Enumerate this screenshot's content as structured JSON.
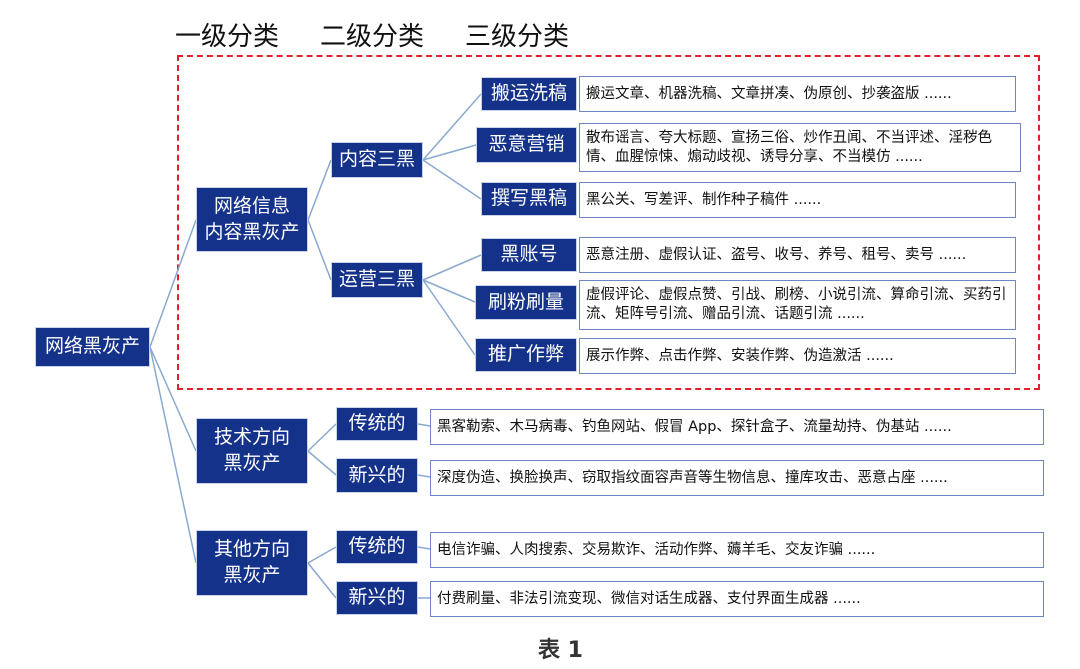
{
  "headers": [
    "一级分类",
    "二级分类",
    "三级分类"
  ],
  "root": "网络黑灰产",
  "level1": [
    "网络信息\n内容黑灰产",
    "技术方向\n黑灰产",
    "其他方向\n黑灰产"
  ],
  "level2": [
    "内容三黑",
    "运营三黑",
    "传统的",
    "新兴的",
    "传统的",
    "新兴的"
  ],
  "level3": [
    "搬运洗稿",
    "恶意营销",
    "撰写黑稿",
    "黑账号",
    "刷粉刷量",
    "推广作弊"
  ],
  "leaves": [
    "搬运文章、机器洗稿、文章拼凑、伪原创、抄袭盗版 ......",
    "散布谣言、夸大标题、宣扬三俗、炒作丑闻、不当评述、淫秽色情、血腥惊悚、煽动歧视、诱导分享、不当模仿 ......",
    "黑公关、写差评、制作种子稿件 ......",
    "恶意注册、虚假认证、盗号、收号、养号、租号、卖号 ......",
    "虚假评论、虚假点赞、引战、刷榜、小说引流、算命引流、买药引流、矩阵号引流、赠品引流、话题引流 ......",
    "展示作弊、点击作弊、安装作弊、伪造激活 ......",
    "黑客勒索、木马病毒、钓鱼网站、假冒 App、探针盒子、流量劫持、伪基站 ......",
    "深度伪造、换脸换声、窃取指纹面容声音等生物信息、撞库攻击、恶意占座 ......",
    "电信诈骗、人肉搜索、交易欺诈、活动作弊、薅羊毛、交友诈骗 ......",
    "付费刷量、非法引流变现、微信对话生成器、支付界面生成器 ......"
  ],
  "caption": "表 1",
  "colors": {
    "node": "#14328a",
    "line": "#8aa9cf",
    "dash": "#e0202a"
  }
}
